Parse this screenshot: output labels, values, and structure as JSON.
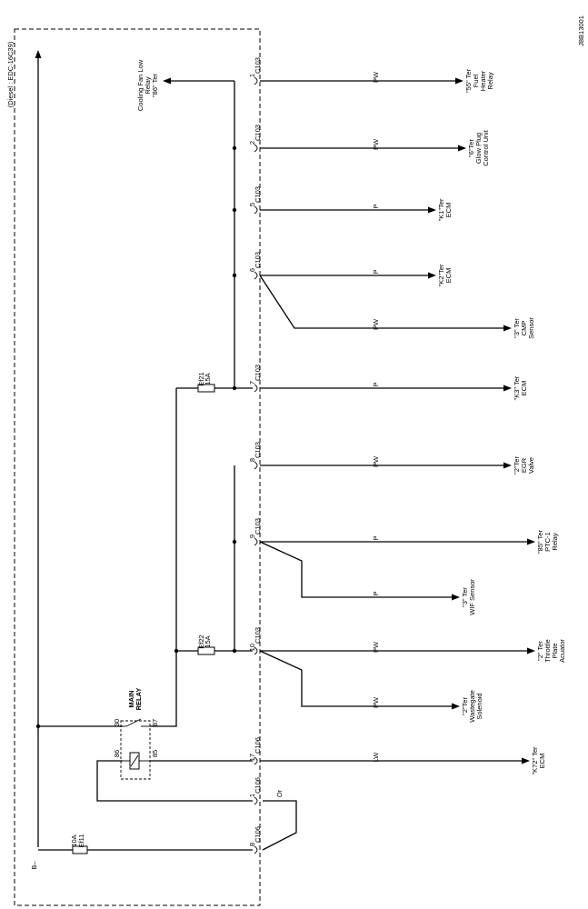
{
  "drawing_id": "J8B13001",
  "harness_label": "(Diesel : EDC·16C39)",
  "battery_label": "B–",
  "relay": {
    "title_line1": "MAIN",
    "title_line2": "RELAY",
    "pin_30": "30",
    "pin_87": "87",
    "pin_86": "86",
    "pin_85": "85"
  },
  "fuses": [
    {
      "name": "Ef11",
      "rating": "10A"
    },
    {
      "name": "Ef21",
      "rating": "15A"
    },
    {
      "name": "Ef22",
      "rating": "15A"
    }
  ],
  "connectors": [
    {
      "pin": "1",
      "conn": "C103",
      "color": "PW",
      "dest": [
        "\"55\" Ter",
        "Fuel",
        "Heater",
        "Relay"
      ]
    },
    {
      "pin": "2",
      "conn": "C103",
      "color": "PW",
      "dest": [
        "\"6\"Ter",
        "Glow Plug",
        "Control Unit"
      ]
    },
    {
      "pin": "5",
      "conn": "C103",
      "color": "P",
      "dest": [
        "\"K1\"Ter",
        "ECM"
      ]
    },
    {
      "pin": "6",
      "conn": "C103",
      "color": "P",
      "dest": [
        "\"K2\"Ter",
        "ECM"
      ]
    },
    {
      "pin": "7",
      "conn": "C103",
      "color": "P",
      "dest": [
        "\"K3\" Ter",
        "ECM"
      ]
    },
    {
      "pin": "8",
      "conn": "C103",
      "color": "PW",
      "dest": [
        "\"2\"Ter",
        "EGR",
        "Valve"
      ]
    },
    {
      "pin": "9",
      "conn": "C103",
      "color": "P",
      "dest": [
        "\"85\" Ter",
        "PTC-1",
        "Relay"
      ]
    },
    {
      "pin": "10",
      "conn": "C103",
      "color": "PW",
      "dest": [
        "\"2\" Ter",
        "Throttle",
        "Plate",
        "Acuator"
      ]
    },
    {
      "pin": "17",
      "conn": "C106",
      "color": "LW",
      "dest": [
        "\"K72\" Ter",
        "ECM"
      ]
    },
    {
      "pin": "1",
      "conn": "C106",
      "color": "",
      "dest": []
    },
    {
      "pin": "8",
      "conn": "C106",
      "color": "",
      "dest": []
    }
  ],
  "branches": [
    {
      "from_pin": "6",
      "color": "PW",
      "dest": [
        "\"3\" Ter",
        "CMP",
        "Sensor"
      ]
    },
    {
      "from_pin": "9",
      "color": "P",
      "dest": [
        "\"3\" Ter",
        "WIF Sensor"
      ]
    },
    {
      "from_pin": "10",
      "color": "PW",
      "dest": [
        "\"2\"Ter",
        "Wastegate",
        "Solenoid"
      ]
    }
  ],
  "cooling_fan": [
    "Cooling Fan Low",
    "Relay",
    "\"86\" Ter"
  ],
  "or_label": "Or"
}
